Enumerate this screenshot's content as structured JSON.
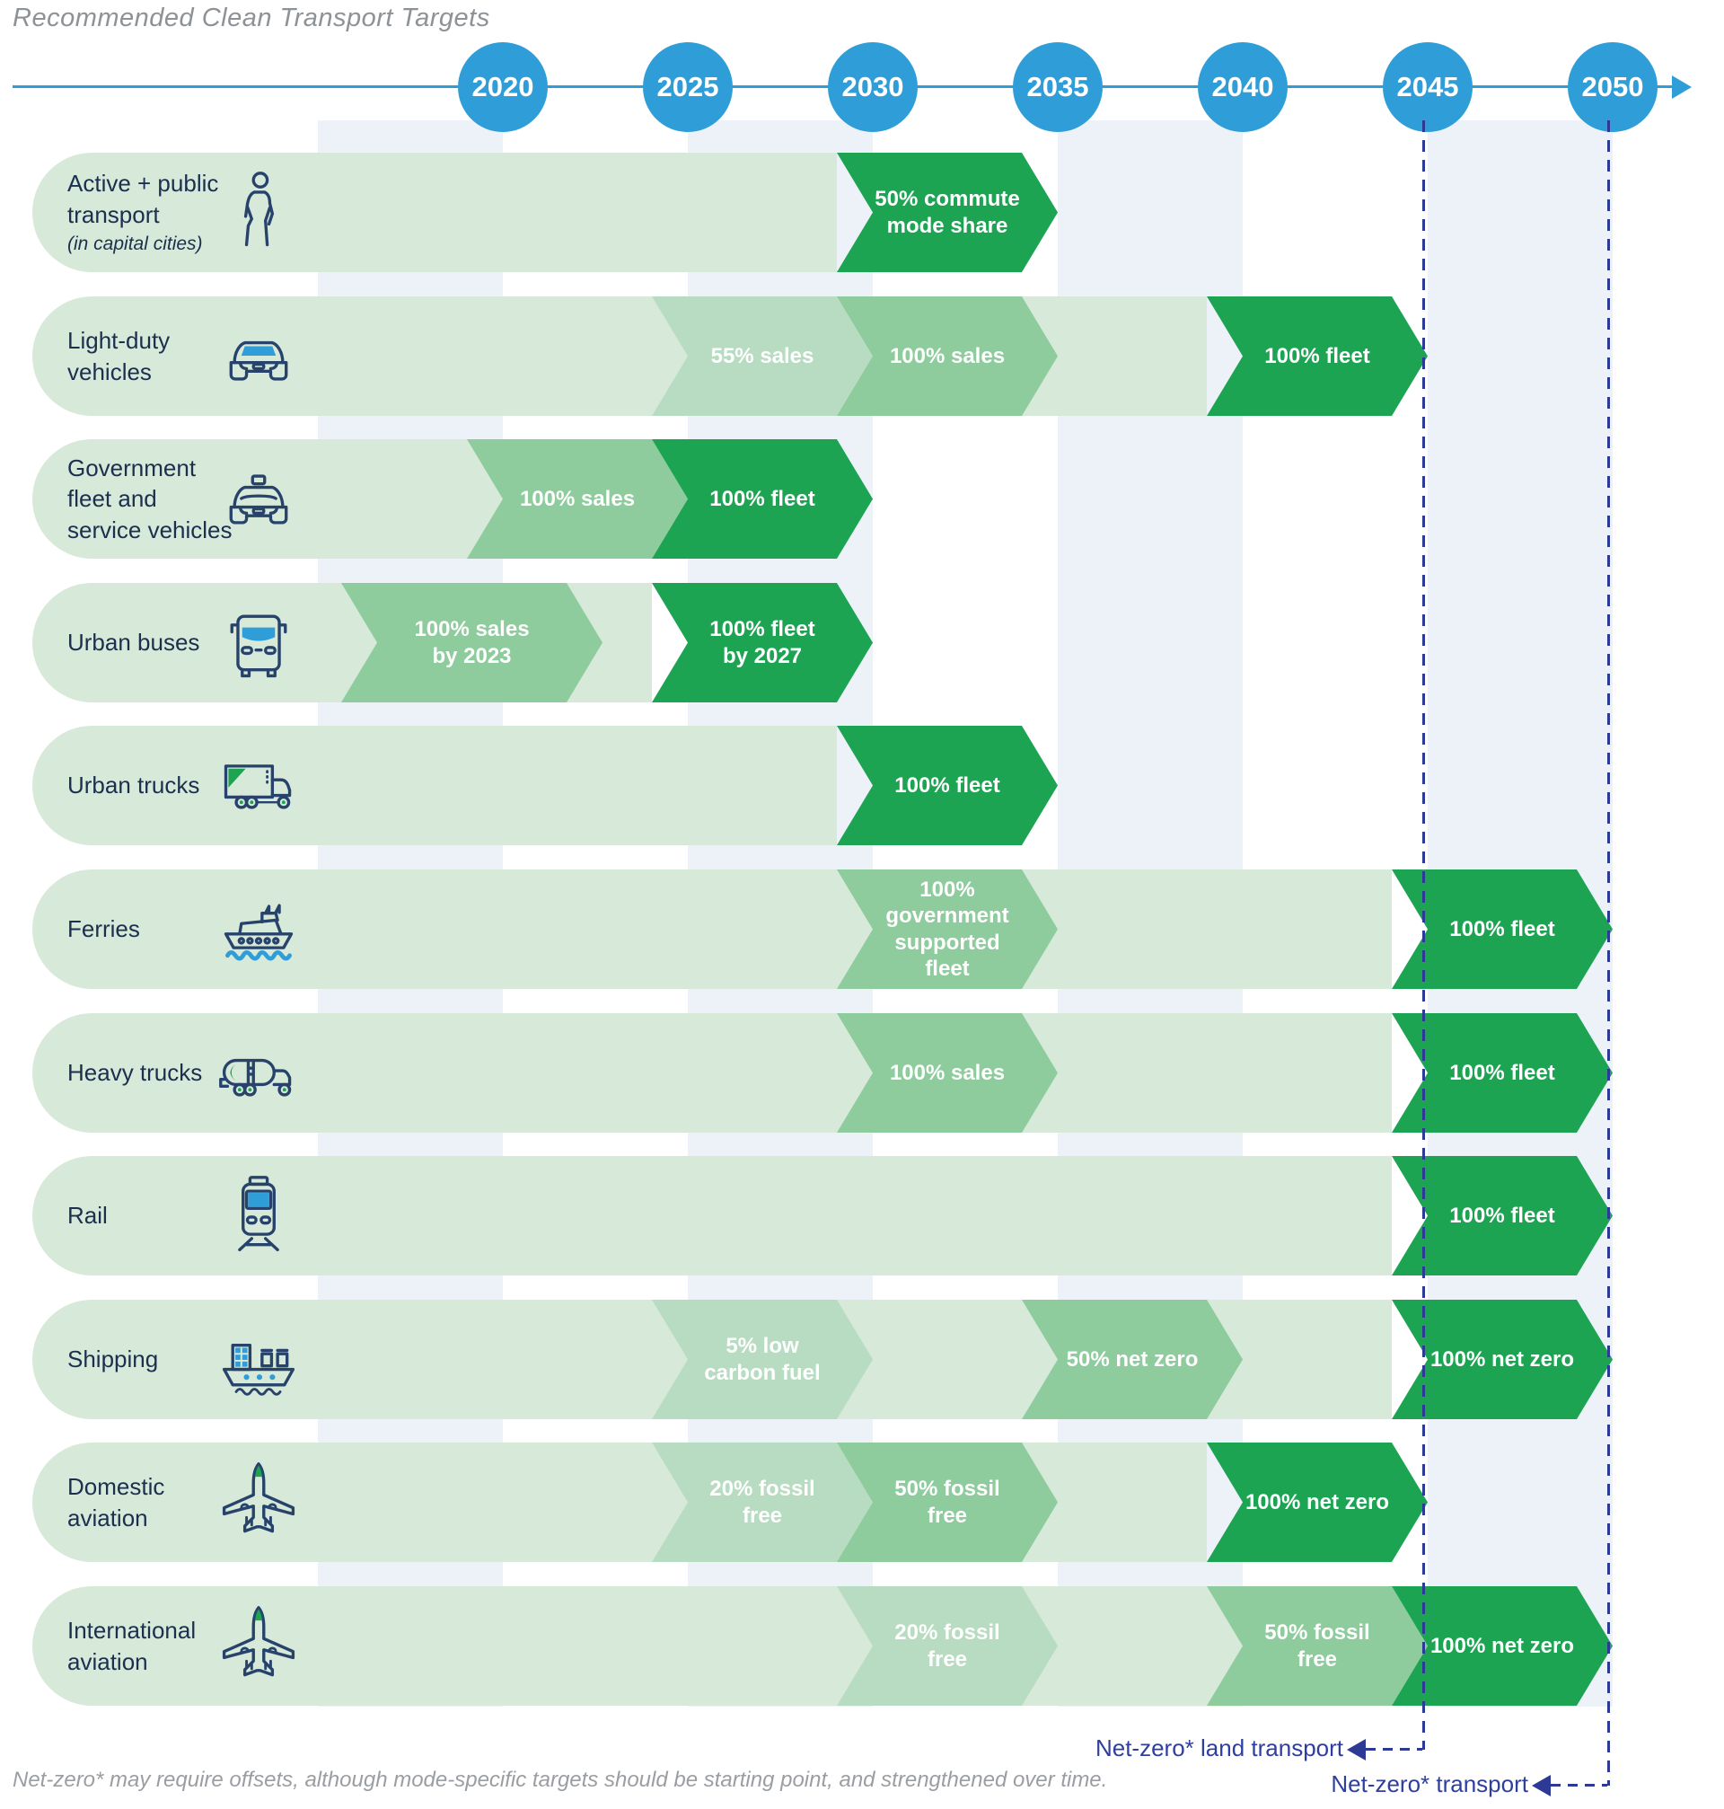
{
  "title": "Recommended Clean Transport Targets",
  "timeline": {
    "years": [
      "2020",
      "2025",
      "2030",
      "2035",
      "2040",
      "2045",
      "2050"
    ]
  },
  "colors": {
    "accent_blue": "#2f9ed8",
    "dark_green": "#1da453",
    "medium_green": "#8ecb9d",
    "light_green": "#b8dcc1",
    "capsule_green": "#d7e9d8",
    "band_gray": "#edf2f8",
    "navy_annotation": "#2c3a96",
    "label_navy": "#1c2f4e"
  },
  "rows": [
    {
      "label_lines": [
        "Active + public",
        "transport"
      ],
      "sublabel": "(in capital cities)",
      "icon": "pedestrian-icon",
      "segments": [
        {
          "lines": [
            "50% commute",
            "mode share"
          ],
          "start": 2030,
          "end": 2035,
          "shade": "dark"
        }
      ]
    },
    {
      "label_lines": [
        "Light-duty",
        "vehicles"
      ],
      "sublabel": "",
      "icon": "car-icon",
      "segments": [
        {
          "lines": [
            "55% sales"
          ],
          "start": 2025,
          "end": 2030,
          "shade": "light"
        },
        {
          "lines": [
            "100% sales"
          ],
          "start": 2030,
          "end": 2035,
          "shade": "medium"
        },
        {
          "lines": [
            "100% fleet"
          ],
          "start": 2040,
          "end": 2045,
          "shade": "dark"
        }
      ]
    },
    {
      "label_lines": [
        "Government",
        "fleet and",
        "service vehicles"
      ],
      "sublabel": "",
      "icon": "taxi-icon",
      "segments": [
        {
          "lines": [
            "100% sales"
          ],
          "start": 2020,
          "end": 2025,
          "shade": "medium"
        },
        {
          "lines": [
            "100% fleet"
          ],
          "start": 2025,
          "end": 2030,
          "shade": "dark"
        }
      ]
    },
    {
      "label_lines": [
        "Urban buses"
      ],
      "sublabel": "",
      "icon": "bus-icon",
      "segments": [
        {
          "lines": [
            "100% sales",
            "by 2023"
          ],
          "start": 2016.6,
          "end": 2022.7,
          "shade": "medium"
        },
        {
          "lines": [
            "100% fleet",
            "by 2027"
          ],
          "start": 2025,
          "end": 2030,
          "shade": "dark"
        }
      ]
    },
    {
      "label_lines": [
        "Urban trucks"
      ],
      "sublabel": "",
      "icon": "box-truck-icon",
      "segments": [
        {
          "lines": [
            "100% fleet"
          ],
          "start": 2030,
          "end": 2035,
          "shade": "dark"
        }
      ]
    },
    {
      "label_lines": [
        "Ferries"
      ],
      "sublabel": "",
      "icon": "ferry-icon",
      "segments": [
        {
          "lines": [
            "100%",
            "government",
            "supported",
            "fleet"
          ],
          "start": 2030,
          "end": 2035,
          "shade": "medium"
        },
        {
          "lines": [
            "100% fleet"
          ],
          "start": 2045,
          "end": 2050,
          "shade": "dark"
        }
      ]
    },
    {
      "label_lines": [
        "Heavy trucks"
      ],
      "sublabel": "",
      "icon": "tanker-truck-icon",
      "segments": [
        {
          "lines": [
            "100% sales"
          ],
          "start": 2030,
          "end": 2035,
          "shade": "medium"
        },
        {
          "lines": [
            "100% fleet"
          ],
          "start": 2045,
          "end": 2050,
          "shade": "dark"
        }
      ]
    },
    {
      "label_lines": [
        "Rail"
      ],
      "sublabel": "",
      "icon": "train-icon",
      "segments": [
        {
          "lines": [
            "100% fleet"
          ],
          "start": 2045,
          "end": 2050,
          "shade": "dark"
        }
      ]
    },
    {
      "label_lines": [
        "Shipping"
      ],
      "sublabel": "",
      "icon": "cargo-ship-icon",
      "segments": [
        {
          "lines": [
            "5% low",
            "carbon fuel"
          ],
          "start": 2025,
          "end": 2030,
          "shade": "light"
        },
        {
          "lines": [
            "50% net zero"
          ],
          "start": 2035,
          "end": 2040,
          "shade": "medium"
        },
        {
          "lines": [
            "100% net zero"
          ],
          "start": 2045,
          "end": 2050,
          "shade": "dark"
        }
      ]
    },
    {
      "label_lines": [
        "Domestic",
        "aviation"
      ],
      "sublabel": "",
      "icon": "airplane-icon",
      "segments": [
        {
          "lines": [
            "20% fossil free"
          ],
          "start": 2025,
          "end": 2030,
          "shade": "light"
        },
        {
          "lines": [
            "50% fossil free"
          ],
          "start": 2030,
          "end": 2035,
          "shade": "medium"
        },
        {
          "lines": [
            "100% net zero"
          ],
          "start": 2040,
          "end": 2045,
          "shade": "dark"
        }
      ]
    },
    {
      "label_lines": [
        "International",
        "aviation"
      ],
      "sublabel": "",
      "icon": "airplane-icon",
      "segments": [
        {
          "lines": [
            "20% fossil free"
          ],
          "start": 2030,
          "end": 2035,
          "shade": "light"
        },
        {
          "lines": [
            "50% fossil free"
          ],
          "start": 2040,
          "end": 2045,
          "shade": "medium"
        },
        {
          "lines": [
            "100% net zero"
          ],
          "start": 2045,
          "end": 2050,
          "shade": "dark"
        }
      ]
    }
  ],
  "annotations": {
    "land": {
      "label": "Net-zero* land transport",
      "year": 2045
    },
    "all": {
      "label": "Net-zero* transport",
      "year": 2050
    }
  },
  "footnote": "Net-zero* may require offsets, although mode-specific targets should be starting point, and strengthened over time."
}
